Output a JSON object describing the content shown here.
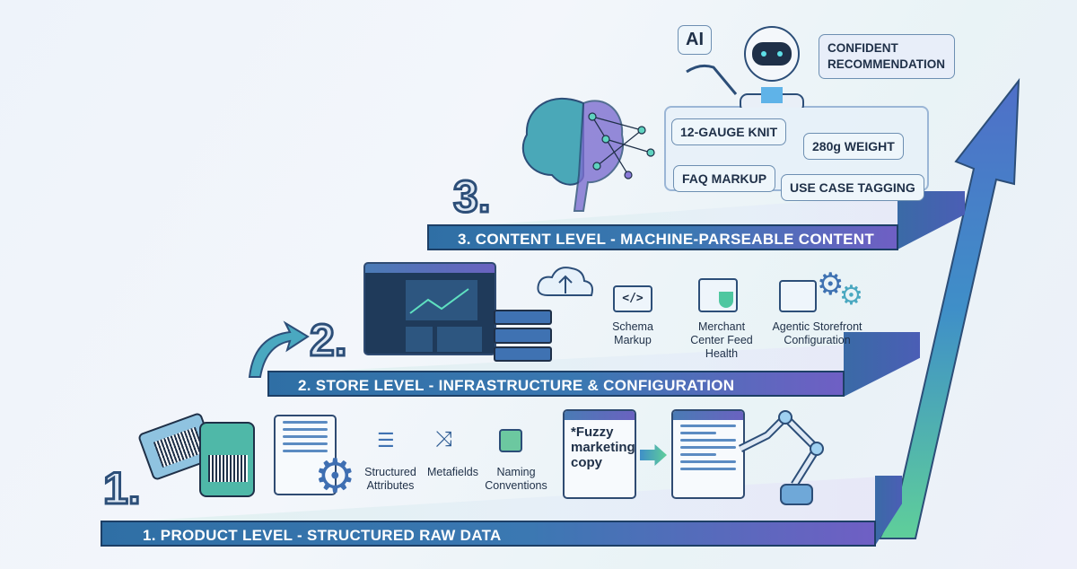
{
  "levels": [
    {
      "number": "1.",
      "label": "1. PRODUCT LEVEL - STRUCTURED RAW DATA"
    },
    {
      "number": "2.",
      "label": "2. STORE LEVEL - INFRASTRUCTURE & CONFIGURATION"
    },
    {
      "number": "3.",
      "label": "3. CONTENT LEVEL - MACHINE-PARSEABLE CONTENT"
    }
  ],
  "product_items": [
    "Structured Attributes",
    "Metafields",
    "Naming Conventions"
  ],
  "fuzzy_copy": "*Fuzzy marketing copy",
  "store_items": [
    "Schema Markup",
    "Merchant Center Feed Health",
    "Agentic Storefront Configuration"
  ],
  "content_tags": [
    "12-GAUGE KNIT",
    "280g WEIGHT",
    "FAQ MARKUP",
    "USE CASE TAGGING"
  ],
  "robot": {
    "badge": "AI",
    "speech": "CONFIDENT RECOMMENDATION"
  },
  "colors": {
    "bar_start": "#2f6fa5",
    "bar_end": "#6f5fc4",
    "accent_green": "#4fc7a0",
    "outline": "#2c4e78"
  }
}
